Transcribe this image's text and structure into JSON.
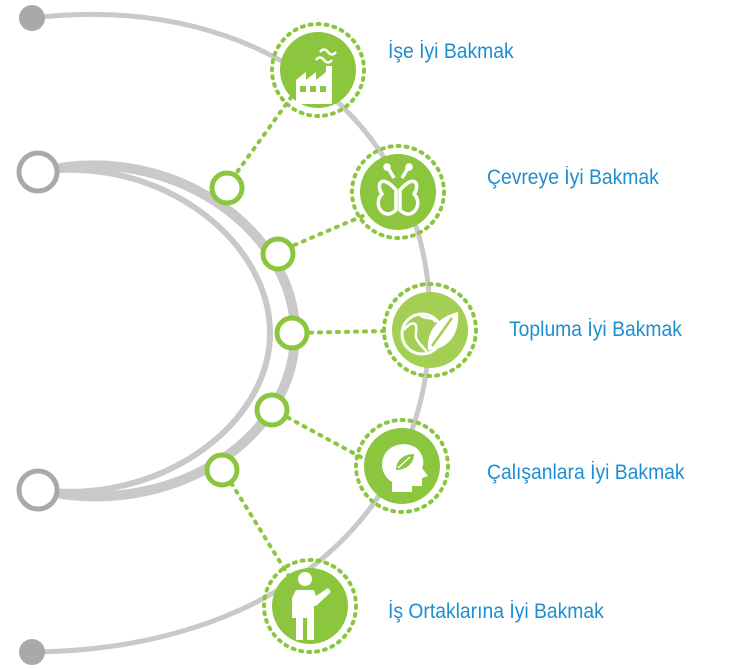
{
  "colors": {
    "accent": "#1e8ed0",
    "green": "#8cc63f",
    "green_dark": "#7ab530",
    "green_light": "#a3cf55",
    "grey": "#c9c9c9",
    "grey_dark": "#a9a9a9"
  },
  "items": [
    {
      "label": "İşe İyi Bakmak",
      "icon": "factory-icon"
    },
    {
      "label": "Çevreye  İyi Bakmak",
      "icon": "butterfly-icon"
    },
    {
      "label": "Topluma İyi Bakmak",
      "icon": "globe-leaf-icon"
    },
    {
      "label": "Çalışanlara  İyi Bakmak",
      "icon": "head-leaf-icon"
    },
    {
      "label": "İş Ortaklarına İyi Bakmak",
      "icon": "person-pointing-icon"
    }
  ]
}
